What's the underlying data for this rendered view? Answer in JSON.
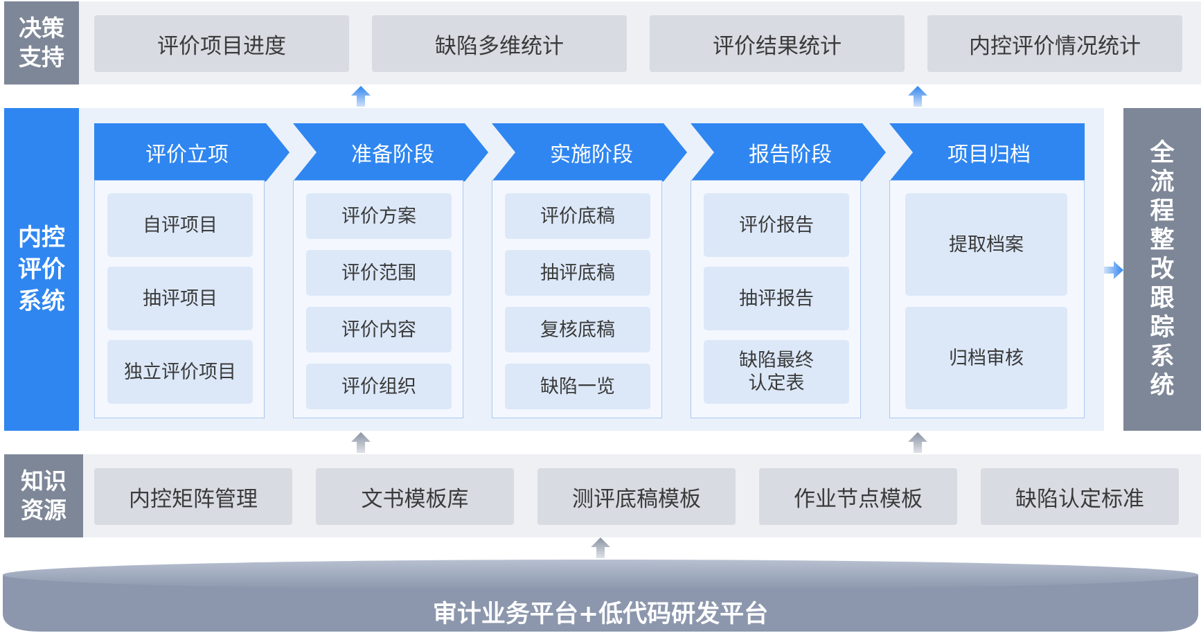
{
  "decision": {
    "label": "决策\n支持",
    "items": [
      "评价项目进度",
      "缺陷多维统计",
      "评价结果统计",
      "内控评价情况统计"
    ]
  },
  "main": {
    "label": "内控\n评价\n系统",
    "stages": [
      {
        "title": "评价立项",
        "items": [
          "自评项目",
          "抽评项目",
          "独立评价项目"
        ]
      },
      {
        "title": "准备阶段",
        "items": [
          "评价方案",
          "评价范围",
          "评价内容",
          "评价组织"
        ]
      },
      {
        "title": "实施阶段",
        "items": [
          "评价底稿",
          "抽评底稿",
          "复核底稿",
          "缺陷一览"
        ]
      },
      {
        "title": "报告阶段",
        "items": [
          "评价报告",
          "抽评报告",
          "缺陷最终\n认定表"
        ]
      },
      {
        "title": "项目归档",
        "items": [
          "提取档案",
          "归档审核"
        ]
      }
    ]
  },
  "right_system": {
    "label": "全流程整改跟踪系统"
  },
  "knowledge": {
    "label": "知识\n资源",
    "items": [
      "内控矩阵管理",
      "文书模板库",
      "测评底稿模板",
      "作业节点模板",
      "缺陷认定标准"
    ]
  },
  "platform": {
    "label": "审计业务平台+低代码研发平台"
  },
  "colors": {
    "primary_blue": "#2f86f0",
    "gray_label": "#7e8797",
    "item_blue": "#dce8f8",
    "gray_box": "#d8dbe2"
  }
}
